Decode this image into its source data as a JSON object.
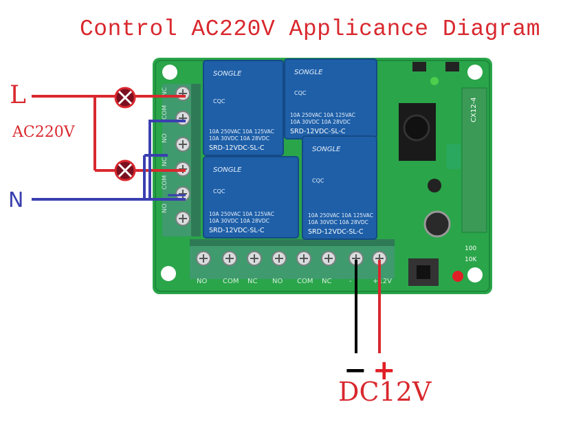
{
  "title": "Control AC220V Applicance Diagram",
  "labels": {
    "live": "L",
    "voltage_ac": "AC220V",
    "neutral": "N",
    "dc_minus": "−",
    "dc_plus": "+",
    "voltage_dc": "DC12V"
  },
  "board": {
    "relay_brand": "SONGLE",
    "relay_model": "SRD-12VDC-SL-C",
    "relay_rating_line1": "10A 250VAC  10A 125VAC",
    "relay_rating_line2": "10A  30VDC  10A  28VDC",
    "cert_mark": "CQC",
    "rx_label": "CX12-4",
    "left_terminal_labels": [
      "NC",
      "COM",
      "NO",
      "NC",
      "COM",
      "NO"
    ],
    "bottom_terminal_labels": [
      "NO",
      "COM",
      "NC",
      "NO",
      "COM",
      "NC",
      "-",
      "+12V"
    ],
    "resistor_labels": [
      "100",
      "10K"
    ]
  },
  "colors": {
    "title_red": "#d8282e",
    "wire_red": "#d8282e",
    "wire_blue": "#3a3fb0",
    "wire_black": "#000000",
    "pcb_green": "#2aa54a",
    "relay_blue": "#1e5fa8",
    "terminal_green": "#3f9a6e",
    "lamp_fill": "#7a1020"
  }
}
